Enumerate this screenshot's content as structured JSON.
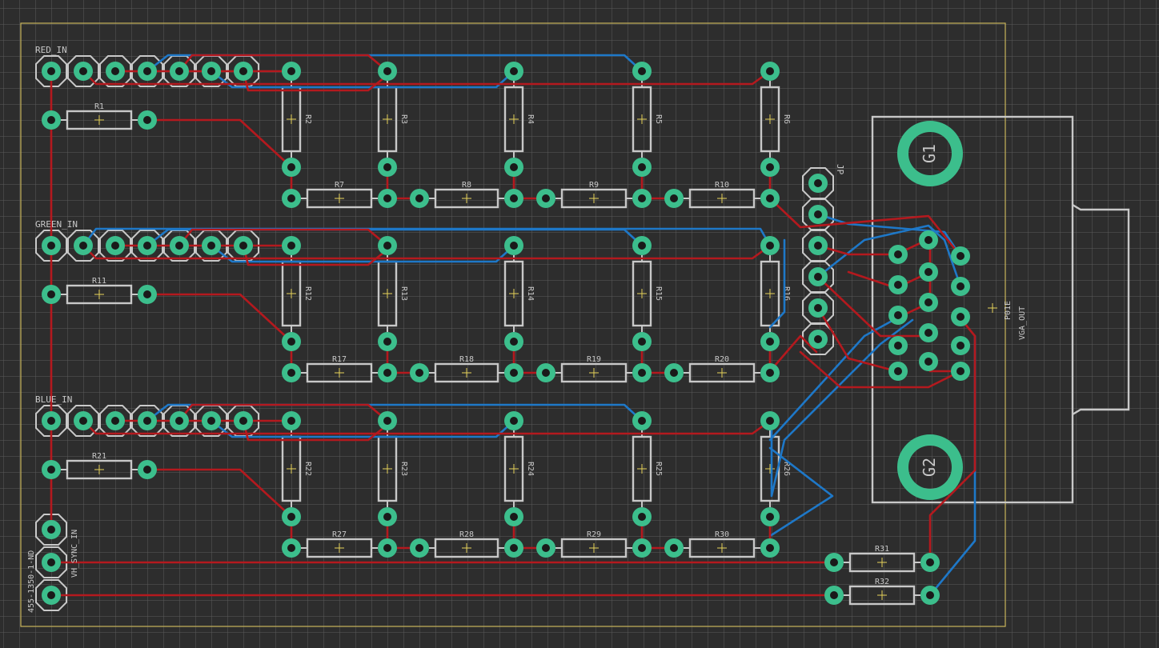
{
  "colors": {
    "background": "#2d2d2d",
    "grid": "#5a5a5a",
    "board_outline": "#c8b45a",
    "top_trace": "#b4191e",
    "bottom_trace": "#1e78c8",
    "pad": "#3cbe8c",
    "silkscreen": "#c8c8c8",
    "origin_mark": "#e6d25a"
  },
  "board": {
    "headers": [
      {
        "label": "RED_IN"
      },
      {
        "label": "GREEN_IN"
      },
      {
        "label": "BLUE_IN"
      }
    ],
    "bottom_header": {
      "label": "VH_SYNC_IN",
      "sublabel": "455-1350-1-ND"
    },
    "connector": {
      "name": "JP",
      "ref": "P01E",
      "value": "VGA_OUT",
      "mount_holes": [
        "G1",
        "G2"
      ]
    },
    "resistor_rows": [
      [
        "R1",
        "R7",
        "R8",
        "R9",
        "R10"
      ],
      [
        "R11",
        "R17",
        "R18",
        "R19",
        "R20"
      ],
      [
        "R21",
        "R27",
        "R28",
        "R29",
        "R30"
      ]
    ],
    "vertical_resistors": [
      [
        "R2",
        "R3",
        "R4",
        "R5",
        "R6"
      ],
      [
        "R12",
        "R13",
        "R14",
        "R15",
        "R16"
      ],
      [
        "R22",
        "R23",
        "R24",
        "R25",
        "R26"
      ]
    ],
    "sync_resistors": [
      "R31",
      "R32"
    ]
  }
}
